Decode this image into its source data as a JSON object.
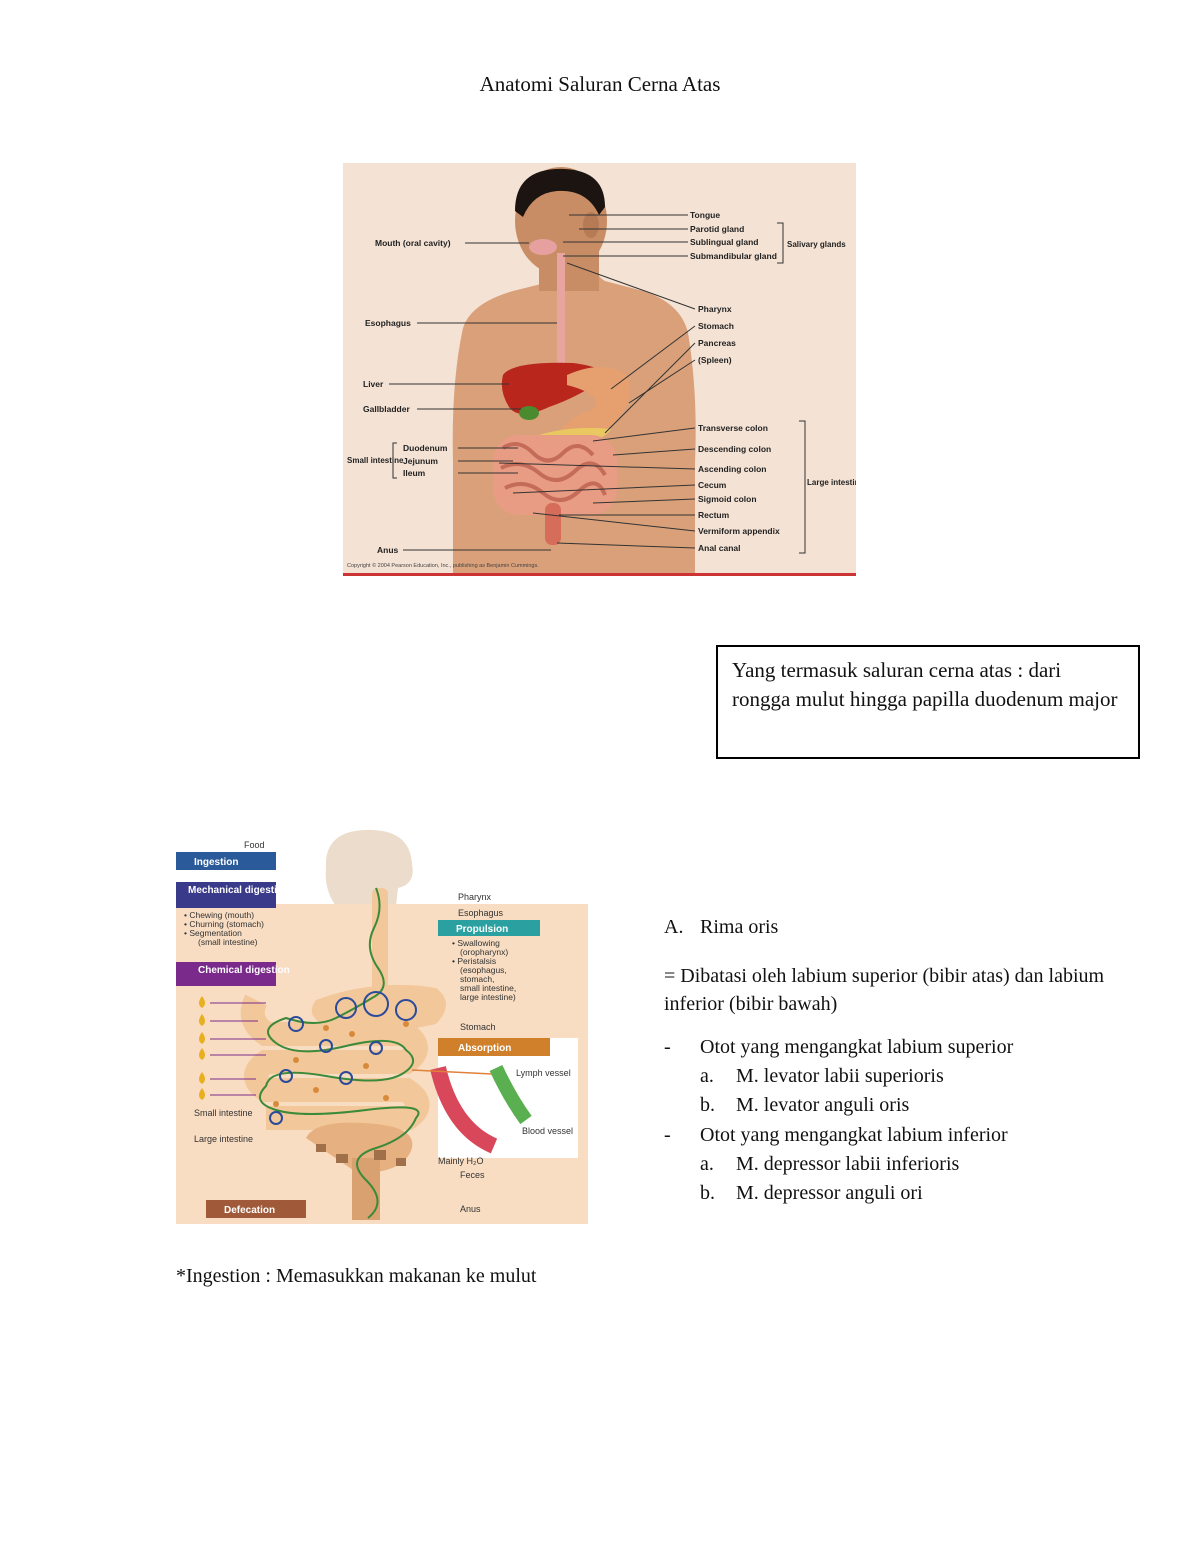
{
  "page": {
    "title": "Anatomi Saluran Cerna Atas"
  },
  "figure1": {
    "labels_left": {
      "mouth": "Mouth (oral cavity)",
      "esophagus": "Esophagus",
      "liver": "Liver",
      "gallbladder": "Gallbladder",
      "small_intestine": "Small intestine",
      "duodenum": "Duodenum",
      "jejunum": "Jejunum",
      "ileum": "Ileum",
      "anus": "Anus"
    },
    "labels_right": {
      "tongue": "Tongue",
      "parotid": "Parotid gland",
      "sublingual": "Sublingual gland",
      "submandibular": "Submandibular gland",
      "salivary": "Salivary glands",
      "pharynx": "Pharynx",
      "stomach": "Stomach",
      "pancreas": "Pancreas",
      "spleen": "(Spleen)",
      "transverse": "Transverse colon",
      "descending": "Descending colon",
      "ascending": "Ascending colon",
      "cecum": "Cecum",
      "sigmoid": "Sigmoid colon",
      "rectum": "Rectum",
      "appendix": "Vermiform appendix",
      "anal_canal": "Anal canal",
      "large_intestine": "Large intestine"
    },
    "copyright": "Copyright © 2004 Pearson Education, Inc., publishing as Benjamin Cummings."
  },
  "info_box": {
    "text": "Yang termasuk saluran cerna atas : dari rongga mulut hingga papilla duodenum major"
  },
  "figure2": {
    "food": "Food",
    "ingestion": "Ingestion",
    "mechanical": "Mechanical digestion",
    "mech_items": [
      "• Chewing (mouth)",
      "• Churning (stomach)",
      "• Segmentation",
      "(small intestine)"
    ],
    "chemical": "Chemical digestion",
    "pharynx": "Pharynx",
    "esophagus": "Esophagus",
    "propulsion": "Propulsion",
    "prop_items": [
      "• Swallowing",
      "(oropharynx)",
      "• Peristalsis",
      "(esophagus,",
      "stomach,",
      "small intestine,",
      "large intestine)"
    ],
    "stomach": "Stomach",
    "absorption": "Absorption",
    "lymph": "Lymph vessel",
    "blood": "Blood vessel",
    "small_intestine": "Small intestine",
    "large_intestine": "Large intestine",
    "water": "Mainly H₂O",
    "feces": "Feces",
    "defecation": "Defecation",
    "anus": "Anus"
  },
  "section": {
    "heading_marker": "A.",
    "heading": "Rima oris",
    "definition": "= Dibatasi oleh labium superior (bibir atas) dan labium inferior (bibir bawah)",
    "groups": [
      {
        "marker": "-",
        "text": "Otot yang mengangkat labium superior",
        "items": [
          {
            "marker": "a.",
            "text": "M. levator labii superioris"
          },
          {
            "marker": "b.",
            "text": "M. levator anguli oris"
          }
        ]
      },
      {
        "marker": "-",
        "text": "Otot yang mengangkat labium inferior",
        "items": [
          {
            "marker": "a.",
            "text": "M. depressor labii inferioris"
          },
          {
            "marker": "b.",
            "text": "M. depressor anguli ori"
          }
        ]
      }
    ]
  },
  "caption": {
    "text": "*Ingestion : Memasukkan makanan ke mulut"
  }
}
